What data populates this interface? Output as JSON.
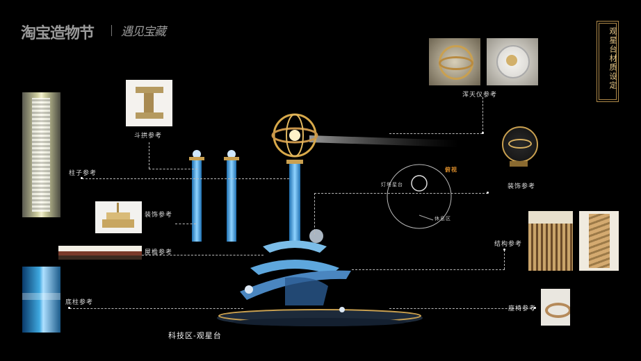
{
  "header": {
    "logo": "淘宝造物节",
    "logo_sub": "遇见宝藏"
  },
  "title": "观星台材质设定",
  "caption": "科技区-观星台",
  "labels": {
    "column": "柱子参考",
    "dougong": "斗拱参考",
    "decor_left": "装饰参考",
    "eaves": "屋檐参考",
    "base_column": "底柱参考",
    "armillary": "浑天仪参考",
    "decor_right": "装饰参考",
    "structure": "结构参考",
    "seat": "座椅参考"
  },
  "diagram": {
    "overlook": "俯视",
    "platform": "灯塔星台",
    "rest_area": "休息区"
  },
  "colors": {
    "background": "#000000",
    "accent_gold": "#b08a4a",
    "accent_orange": "#d88b2a",
    "tower_blue": "#3fa9e0"
  }
}
